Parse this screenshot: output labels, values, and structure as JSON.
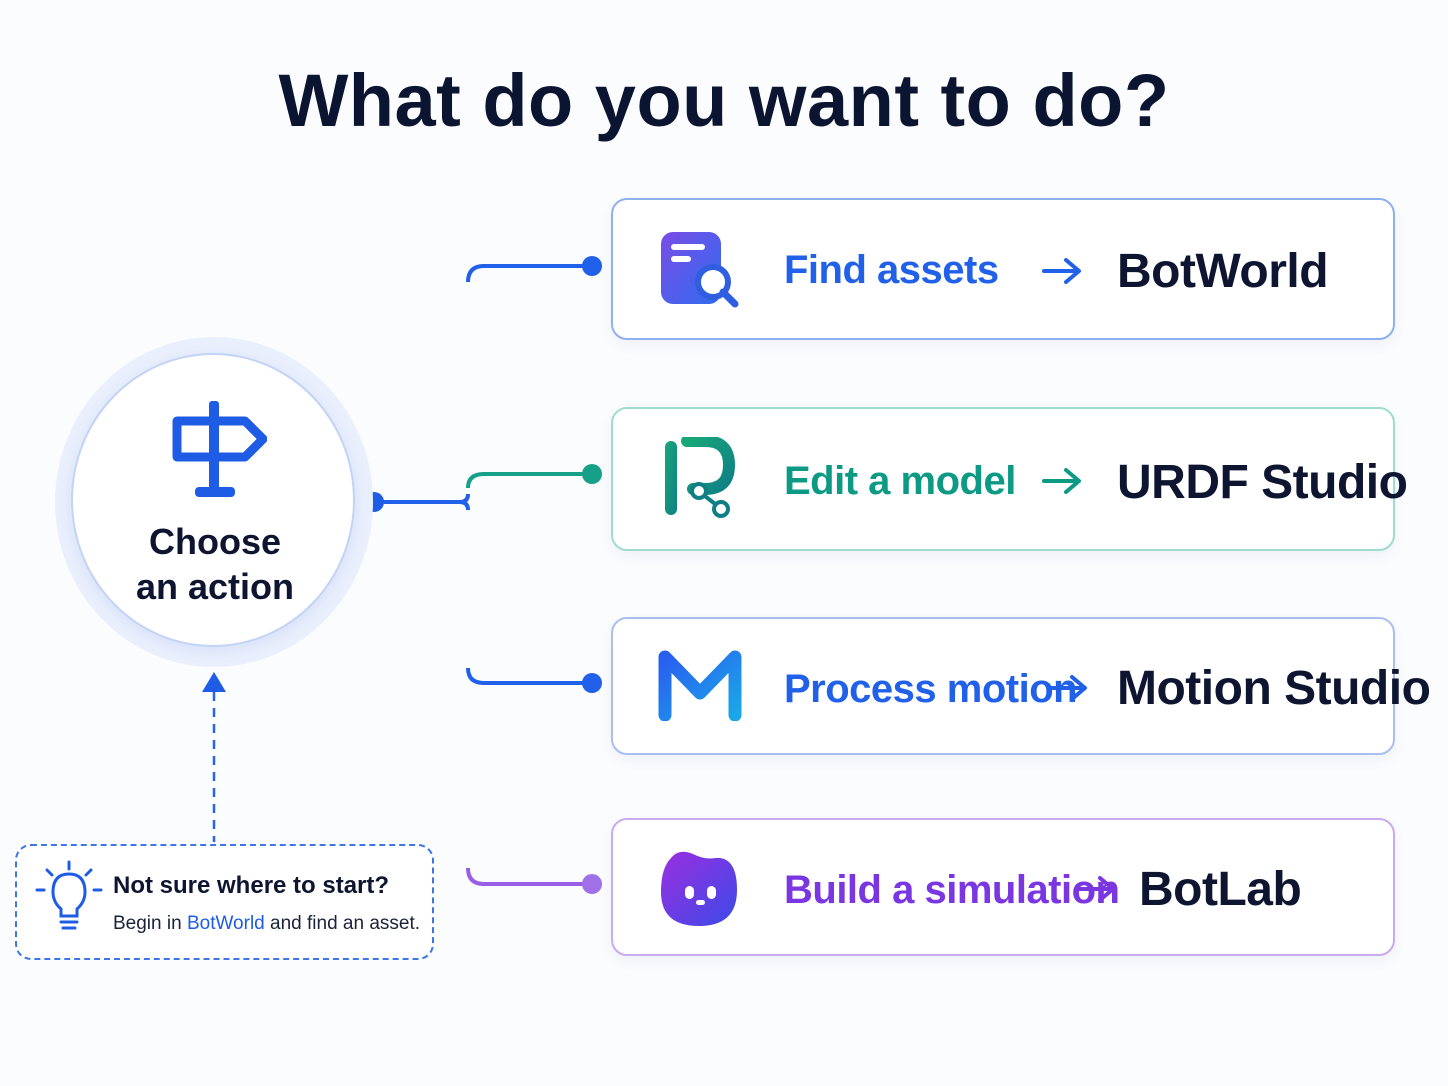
{
  "title": "What do you want to do?",
  "hub": {
    "label_line1": "Choose",
    "label_line2": "an action",
    "icon": "signpost-icon"
  },
  "options": [
    {
      "action": "Find assets",
      "arrow": "→",
      "product": "BotWorld",
      "icon": "search-document-icon",
      "color": "#2160e8",
      "border": "#8fb0ef"
    },
    {
      "action": "Edit a model",
      "arrow": "→",
      "product": "URDF Studio",
      "icon": "urdf-node-icon",
      "color": "#0c9a84",
      "border": "#9fdcd0"
    },
    {
      "action": "Process motion",
      "arrow": "→",
      "product": "Motion Studio",
      "icon": "motion-m-icon",
      "color": "#2160e8",
      "border": "#a9bfee"
    },
    {
      "action": "Build a simulation",
      "arrow": "→",
      "product": "BotLab",
      "icon": "bot-face-icon",
      "color": "#7a36e0",
      "border": "#caaaf0"
    }
  ],
  "tip": {
    "title": "Not sure where to start?",
    "body_prefix": "Begin in",
    "body_link": "BotWorld",
    "body_suffix": "and find an asset.",
    "icon": "lightbulb-icon",
    "accent": "#1f5ce6"
  }
}
